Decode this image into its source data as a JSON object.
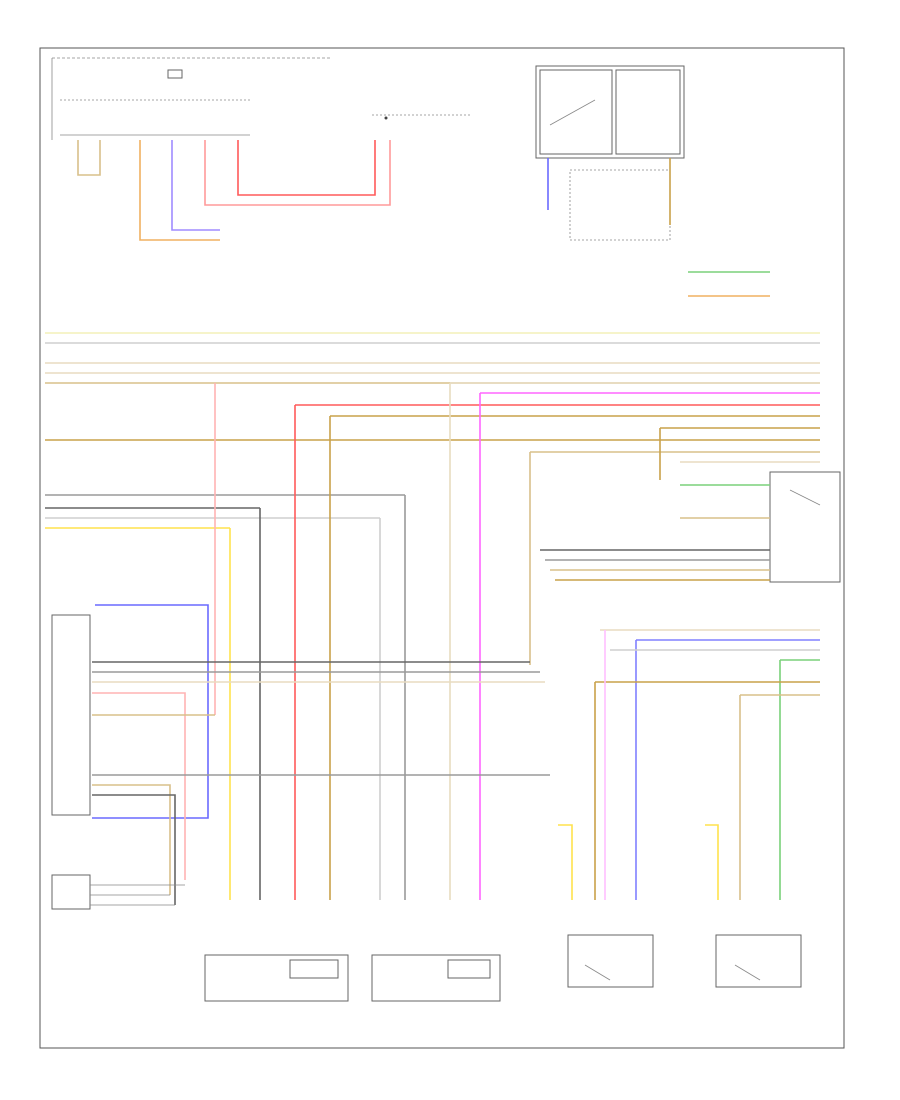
{
  "diagram": {
    "page_number": "",
    "notes": []
  },
  "components": [
    {
      "key": "fuse_block",
      "label": ""
    },
    {
      "key": "fuse_label",
      "label": ""
    },
    {
      "key": "relay_box",
      "label": ""
    },
    {
      "key": "seat_control_module",
      "label": ""
    },
    {
      "key": "seat_pressure_sensor",
      "label": ""
    },
    {
      "key": "buckle_switch_unit",
      "label": ""
    },
    {
      "key": "front_left_buckle_unit",
      "label": ""
    },
    {
      "key": "front_right_buckle_unit",
      "label": ""
    },
    {
      "key": "rear_left_heater",
      "label": ""
    },
    {
      "key": "rear_right_heater",
      "label": ""
    }
  ],
  "colors": {
    "red": "#ff5a5a",
    "pink": "#ffb3b3",
    "yellow": "#ffe24d",
    "pale_yellow": "#f4f0b8",
    "tan": "#d8c08a",
    "brown": "#c9a24a",
    "gray": "#9a9a9a",
    "dark_gray": "#666666",
    "light_gray": "#cfcfcf",
    "blue": "#6a6aff",
    "violet": "#a08cff",
    "magenta": "#ff66ff",
    "green": "#7ad17a",
    "orange": "#f0b060",
    "beige": "#e8dcc0"
  }
}
